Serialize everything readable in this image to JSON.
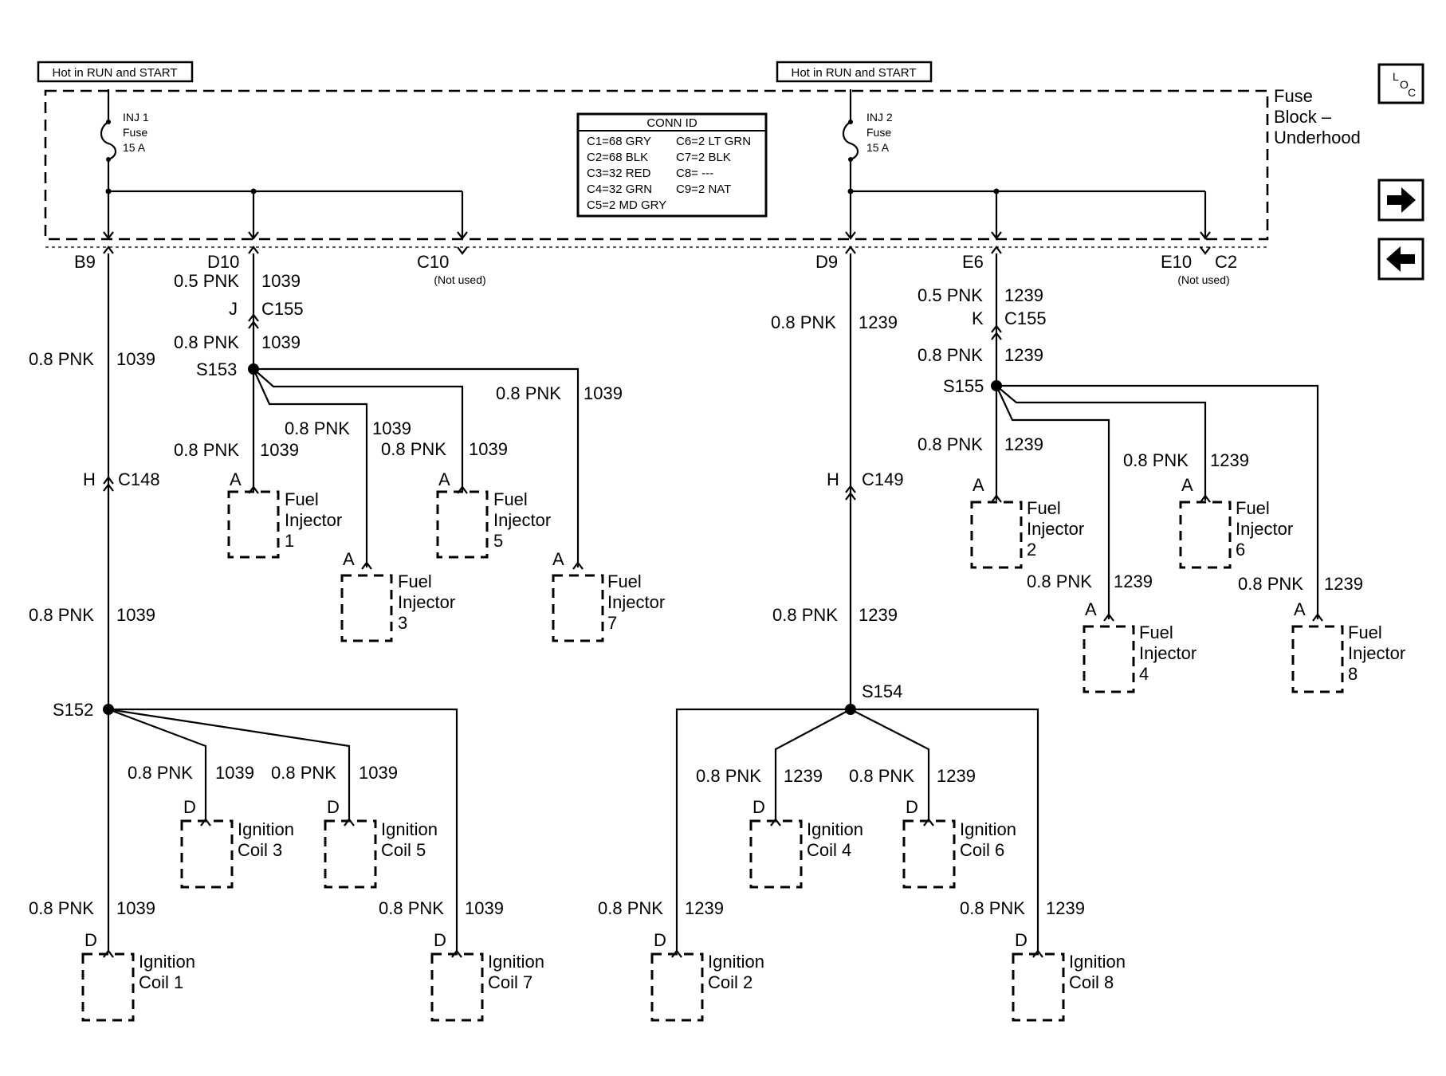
{
  "hot_labels": [
    "Hot in RUN and START",
    "Hot in RUN and START"
  ],
  "fuse_block_label": [
    "Fuse",
    "Block –",
    "Underhood"
  ],
  "fuses": [
    {
      "lines": [
        "INJ 1",
        "Fuse",
        "15 A"
      ]
    },
    {
      "lines": [
        "INJ 2",
        "Fuse",
        "15 A"
      ]
    }
  ],
  "conn_id": {
    "title": "CONN ID",
    "left": [
      "C1=68 GRY",
      "C2=68 BLK",
      "C3=32 RED",
      "C4=32 GRN",
      "C5=2 MD GRY"
    ],
    "right": [
      "C6=2 LT GRN",
      "C7=2 BLK",
      "C8= ---",
      "C9=2 NAT"
    ]
  },
  "nav": {
    "loc_label": [
      "L",
      "O",
      "C"
    ],
    "next_icon": "arrow-right-icon",
    "prev_icon": "arrow-left-icon"
  },
  "terminals": {
    "b9": "B9",
    "d10": "D10",
    "c10": "C10",
    "not_used_1": "(Not used)",
    "d9": "D9",
    "e6": "E6",
    "e10": "E10",
    "c2": "C2",
    "not_used_2": "(Not used)"
  },
  "connectors": {
    "j": "J",
    "c155_left": "C155",
    "k": "K",
    "c155_right": "C155",
    "h_left": "H",
    "c148": "C148",
    "h_right": "H",
    "c149": "C149"
  },
  "splices": {
    "s153": "S153",
    "s152": "S152",
    "s155": "S155",
    "s154": "S154"
  },
  "wires": {
    "pnk05": "0.5 PNK",
    "pnk08": "0.8 PNK",
    "c1039": "1039",
    "c1239": "1239"
  },
  "pins": {
    "a": "A",
    "d": "D"
  },
  "injectors": {
    "word1": "Fuel",
    "word2": "Injector",
    "n1": "1",
    "n2": "2",
    "n3": "3",
    "n4": "4",
    "n5": "5",
    "n6": "6",
    "n7": "7",
    "n8": "8"
  },
  "coils": {
    "word1": "Ignition",
    "c1": "Coil 1",
    "c2": "Coil 2",
    "c3": "Coil 3",
    "c4": "Coil 4",
    "c5": "Coil 5",
    "c6": "Coil 6",
    "c7": "Coil 7",
    "c8": "Coil 8"
  }
}
